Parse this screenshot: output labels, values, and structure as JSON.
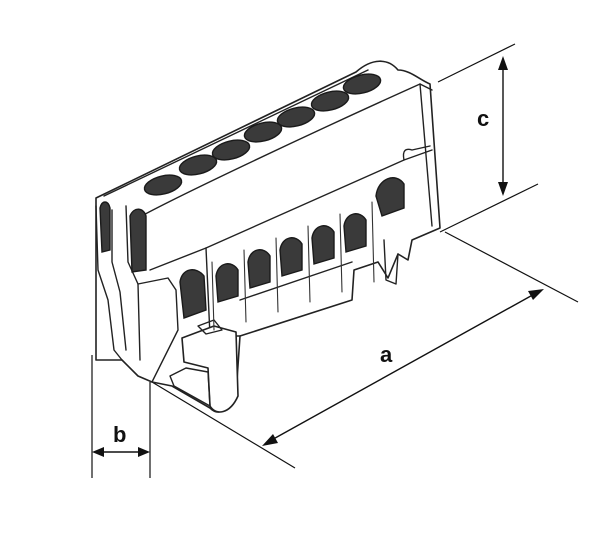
{
  "diagram": {
    "labels": {
      "a": "a",
      "b": "b",
      "c": "c"
    },
    "colors": {
      "line": "#222222",
      "hole": "#3a3a3a",
      "background": "#ffffff"
    },
    "top_screw_holes": 7,
    "front_terminal_holes": 7
  }
}
